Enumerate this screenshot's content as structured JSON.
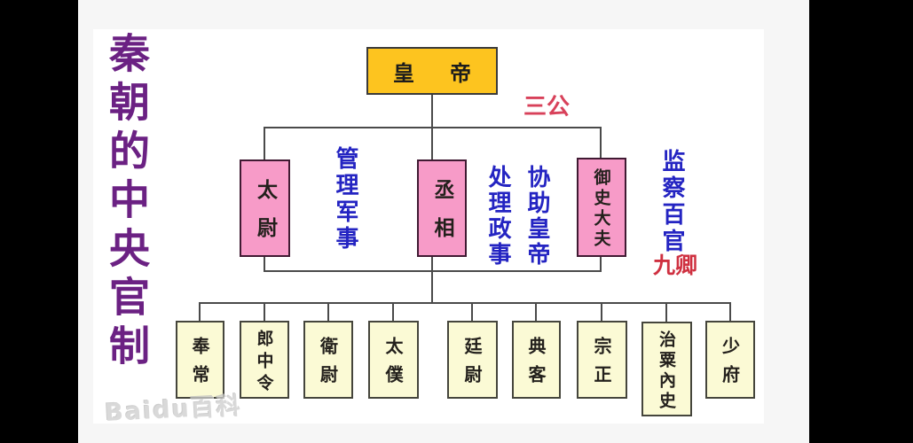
{
  "watermark": "Baidu百科",
  "title": "秦朝的中央官制",
  "diagram": {
    "emperor": "皇帝",
    "group_labels": {
      "sangong": "三公",
      "jiuqing": "九卿"
    },
    "three_lords": [
      {
        "name": "太尉",
        "duty": "管理军事"
      },
      {
        "name": "丞相",
        "duty_col_right": "协助皇帝",
        "duty_col_left": "处理政事"
      },
      {
        "name": "御史大夫",
        "duty": "监察百官"
      }
    ],
    "nine_ministers": [
      "奉常",
      "郎中令",
      "衛尉",
      "太僕",
      "廷尉",
      "典客",
      "宗正",
      "治粟內史",
      "少府"
    ],
    "colors": {
      "emperor_box": "#fdc41f",
      "lords_box": "#f79bc8",
      "ministers_box": "#fbfad5",
      "duty_text": "#2424c2",
      "label_sangong": "#d8415a",
      "label_jiuqing": "#cf3040",
      "title_text": "#6b2183"
    }
  }
}
